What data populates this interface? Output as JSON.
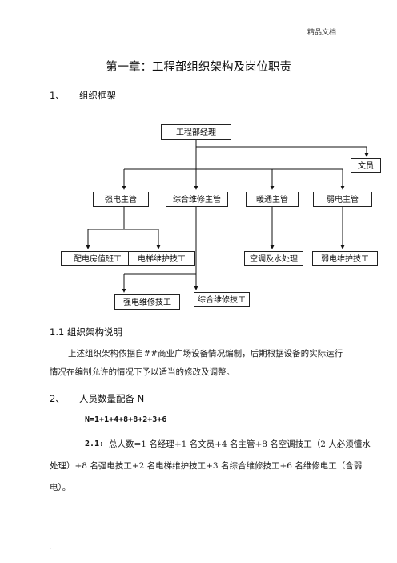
{
  "header": {
    "label": "精品文档"
  },
  "title": "第一章：工程部组织架构及岗位职责",
  "section1": {
    "number": "1、",
    "heading": "组织框架"
  },
  "org": {
    "manager": "工程部经理",
    "clerk": "文员",
    "supervisors": [
      "强电主管",
      "综合维修主管",
      "暖通主管",
      "弱电主管"
    ],
    "staff": [
      "配电房值班工",
      "电梯维护技工",
      "空调及水处理",
      "弱电维护技工"
    ],
    "lower": [
      "强电维修技工",
      "综合维修技工"
    ]
  },
  "section1_1": {
    "heading": "1.1    组织架构说明",
    "line1": "上述组织架构依据自##商业广场设备情况编制，后期根据设备的实际运行",
    "line2": "情况在编制允许的情况下予以适当的修改及调整。"
  },
  "section2": {
    "number": "2、",
    "heading": "人员数量配备 N"
  },
  "formula": "N=1+1+4+8+8+2+3+6",
  "section2_1": {
    "label": "2.1:",
    "line1": "总人数=1 名经理+1 名文员+4 名主管+8 名空调技工（2 人必须懂水",
    "line2": "处理）+8 名强电技工+2 名电梯维护技工+3 名综合维修技工+6 名维修电工（含弱",
    "line3": "电）。"
  },
  "footer_mark": "."
}
